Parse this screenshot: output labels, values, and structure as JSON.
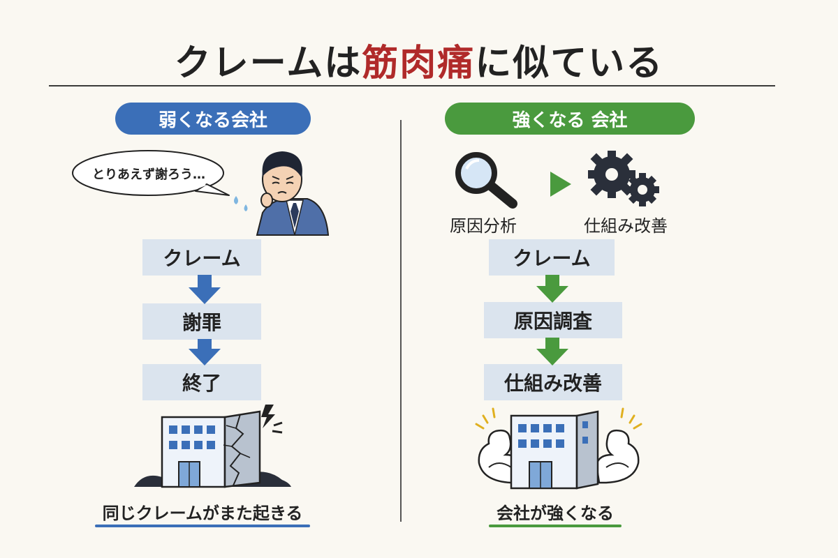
{
  "title": {
    "prefix": "クレームは",
    "emphasis": "筋肉痛",
    "suffix": "に似ている"
  },
  "left": {
    "heading": "弱くなる会社",
    "speech": "とりあえず謝ろう…",
    "steps": [
      "クレーム",
      "謝罪",
      "終了"
    ],
    "outcome": "同じクレームがまた起きる"
  },
  "right": {
    "heading": "強くなる 会社",
    "icon_labels": [
      "原因分析",
      "仕組み改善"
    ],
    "steps": [
      "クレーム",
      "原因調査",
      "仕組み改善"
    ],
    "outcome": "会社が強くなる"
  },
  "colors": {
    "left_accent": "#3b6fb8",
    "right_accent": "#4a9a3e",
    "title_emphasis": "#b02a2a",
    "box_fill": "#dbe4ee"
  },
  "icons": [
    "person-apologizing-icon",
    "sweat-drop-icon",
    "search-icon",
    "play-arrow-icon",
    "gears-icon",
    "cracked-building-icon",
    "lightning-icon",
    "strong-building-icon",
    "flexing-arm-icon"
  ]
}
